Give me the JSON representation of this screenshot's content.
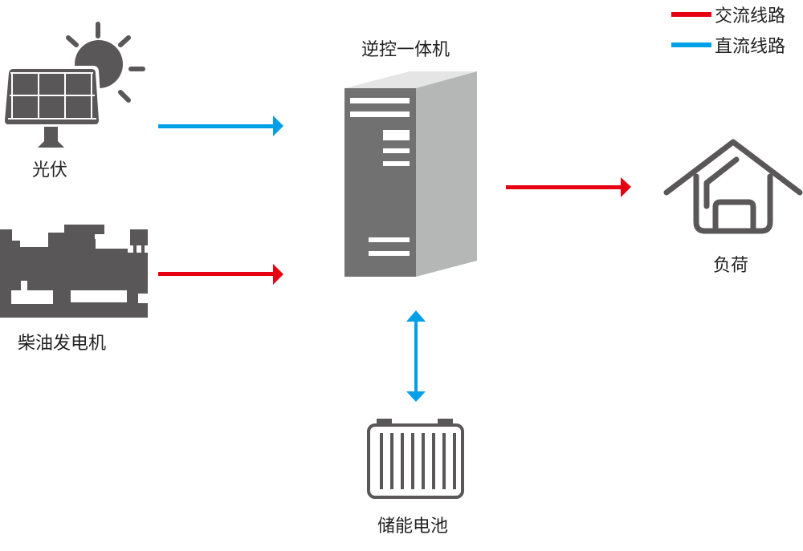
{
  "colors": {
    "ac": "#e60012",
    "dc": "#00a0e9",
    "icon": "#595757",
    "inverter_front": "#727171",
    "inverter_side": "#b5b6b6",
    "inverter_top": "#e5e5e5"
  },
  "legend": [
    {
      "label": "交流线路",
      "type": "ac"
    },
    {
      "label": "直流线路",
      "type": "dc"
    }
  ],
  "nodes": {
    "pv": {
      "label": "光伏",
      "icon": "solar-panel-icon"
    },
    "generator": {
      "label": "柴油发电机",
      "icon": "diesel-generator-icon"
    },
    "inverter": {
      "label": "逆控一体机",
      "icon": "inverter-cabinet-icon"
    },
    "load": {
      "label": "负荷",
      "icon": "house-icon"
    },
    "battery": {
      "label": "储能电池",
      "icon": "battery-icon"
    }
  },
  "connections": [
    {
      "from": "pv",
      "to": "inverter",
      "type": "dc",
      "direction": "one-way"
    },
    {
      "from": "generator",
      "to": "inverter",
      "type": "ac",
      "direction": "one-way"
    },
    {
      "from": "inverter",
      "to": "load",
      "type": "ac",
      "direction": "one-way"
    },
    {
      "from": "inverter",
      "to": "battery",
      "type": "dc",
      "direction": "two-way"
    }
  ]
}
